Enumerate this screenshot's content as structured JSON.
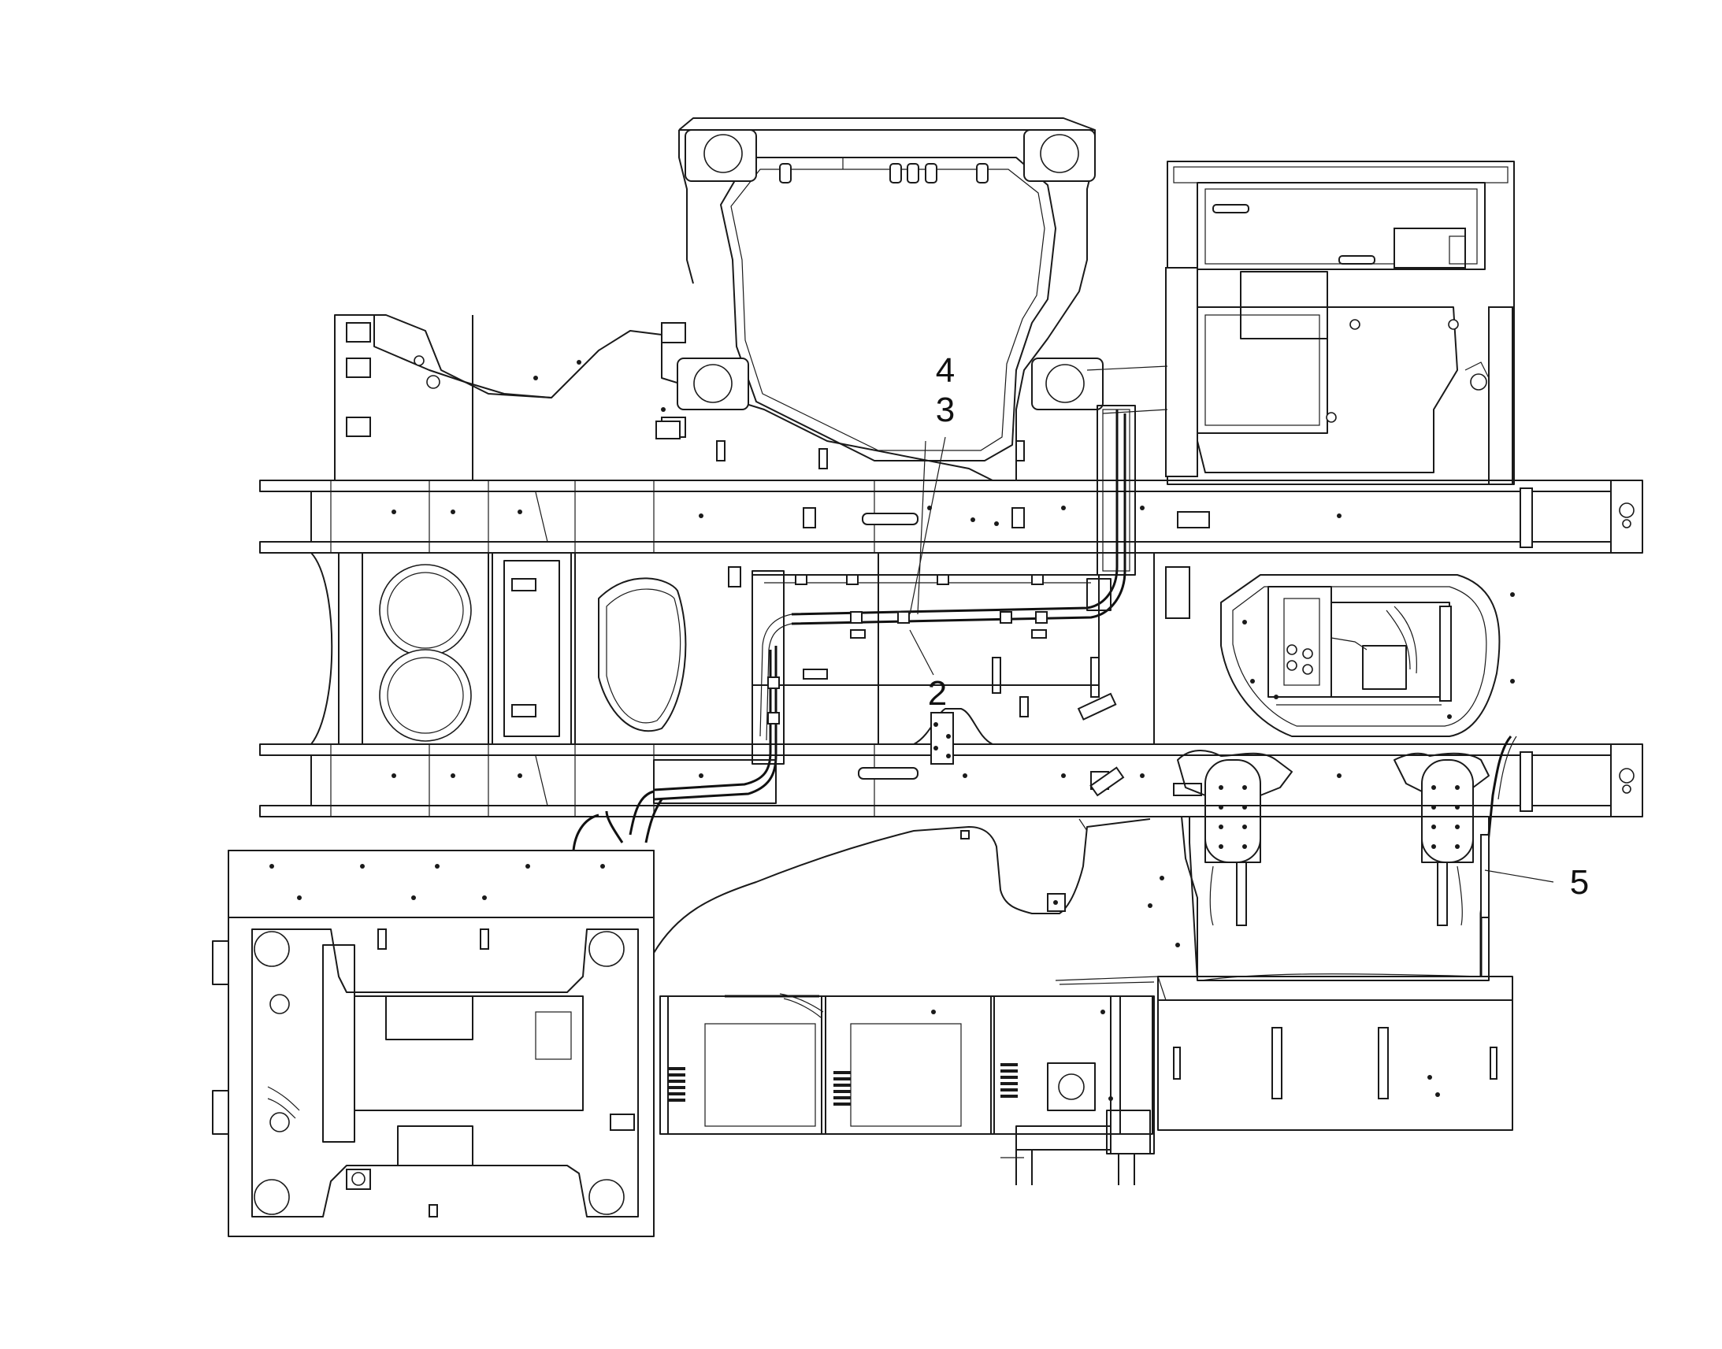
{
  "diagram": {
    "callouts": [
      {
        "id": "callout-4",
        "label": "4"
      },
      {
        "id": "callout-3",
        "label": "3"
      },
      {
        "id": "callout-2",
        "label": "2"
      },
      {
        "id": "callout-5",
        "label": "5"
      }
    ]
  },
  "colors": {
    "line": "#1a1a1a",
    "background": "#ffffff"
  }
}
